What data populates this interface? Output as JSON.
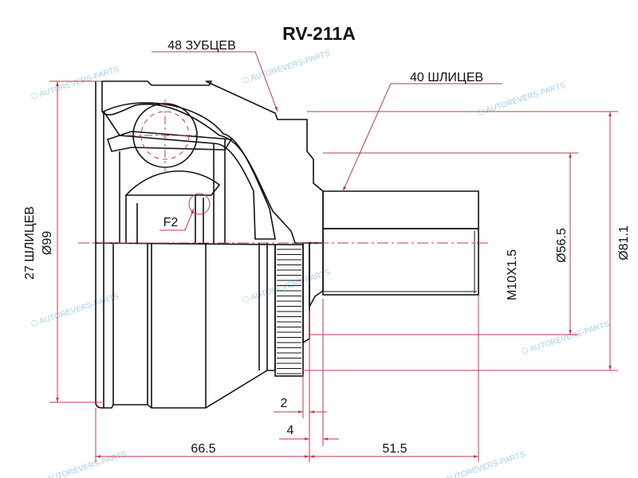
{
  "title": "RV-211A",
  "labels": {
    "teeth": "48 ЗУБЦЕВ",
    "outer_splines": "40 ШЛИЦЕВ",
    "inner_splines": "27 ШЛИЦЕВ",
    "f2": "F2"
  },
  "dimensions": {
    "d99": "Ø99",
    "d81": "Ø81.1",
    "d56": "Ø56.5",
    "thread": "M10X1.5",
    "len_left": "66.5",
    "len_right": "51.5",
    "gap2": "2",
    "gap4": "4"
  },
  "watermark": "AUTOREVERS-PARTS",
  "colors": {
    "dimension": "#c0394a",
    "outline": "#111111",
    "watermark": "#5aa7d8"
  }
}
